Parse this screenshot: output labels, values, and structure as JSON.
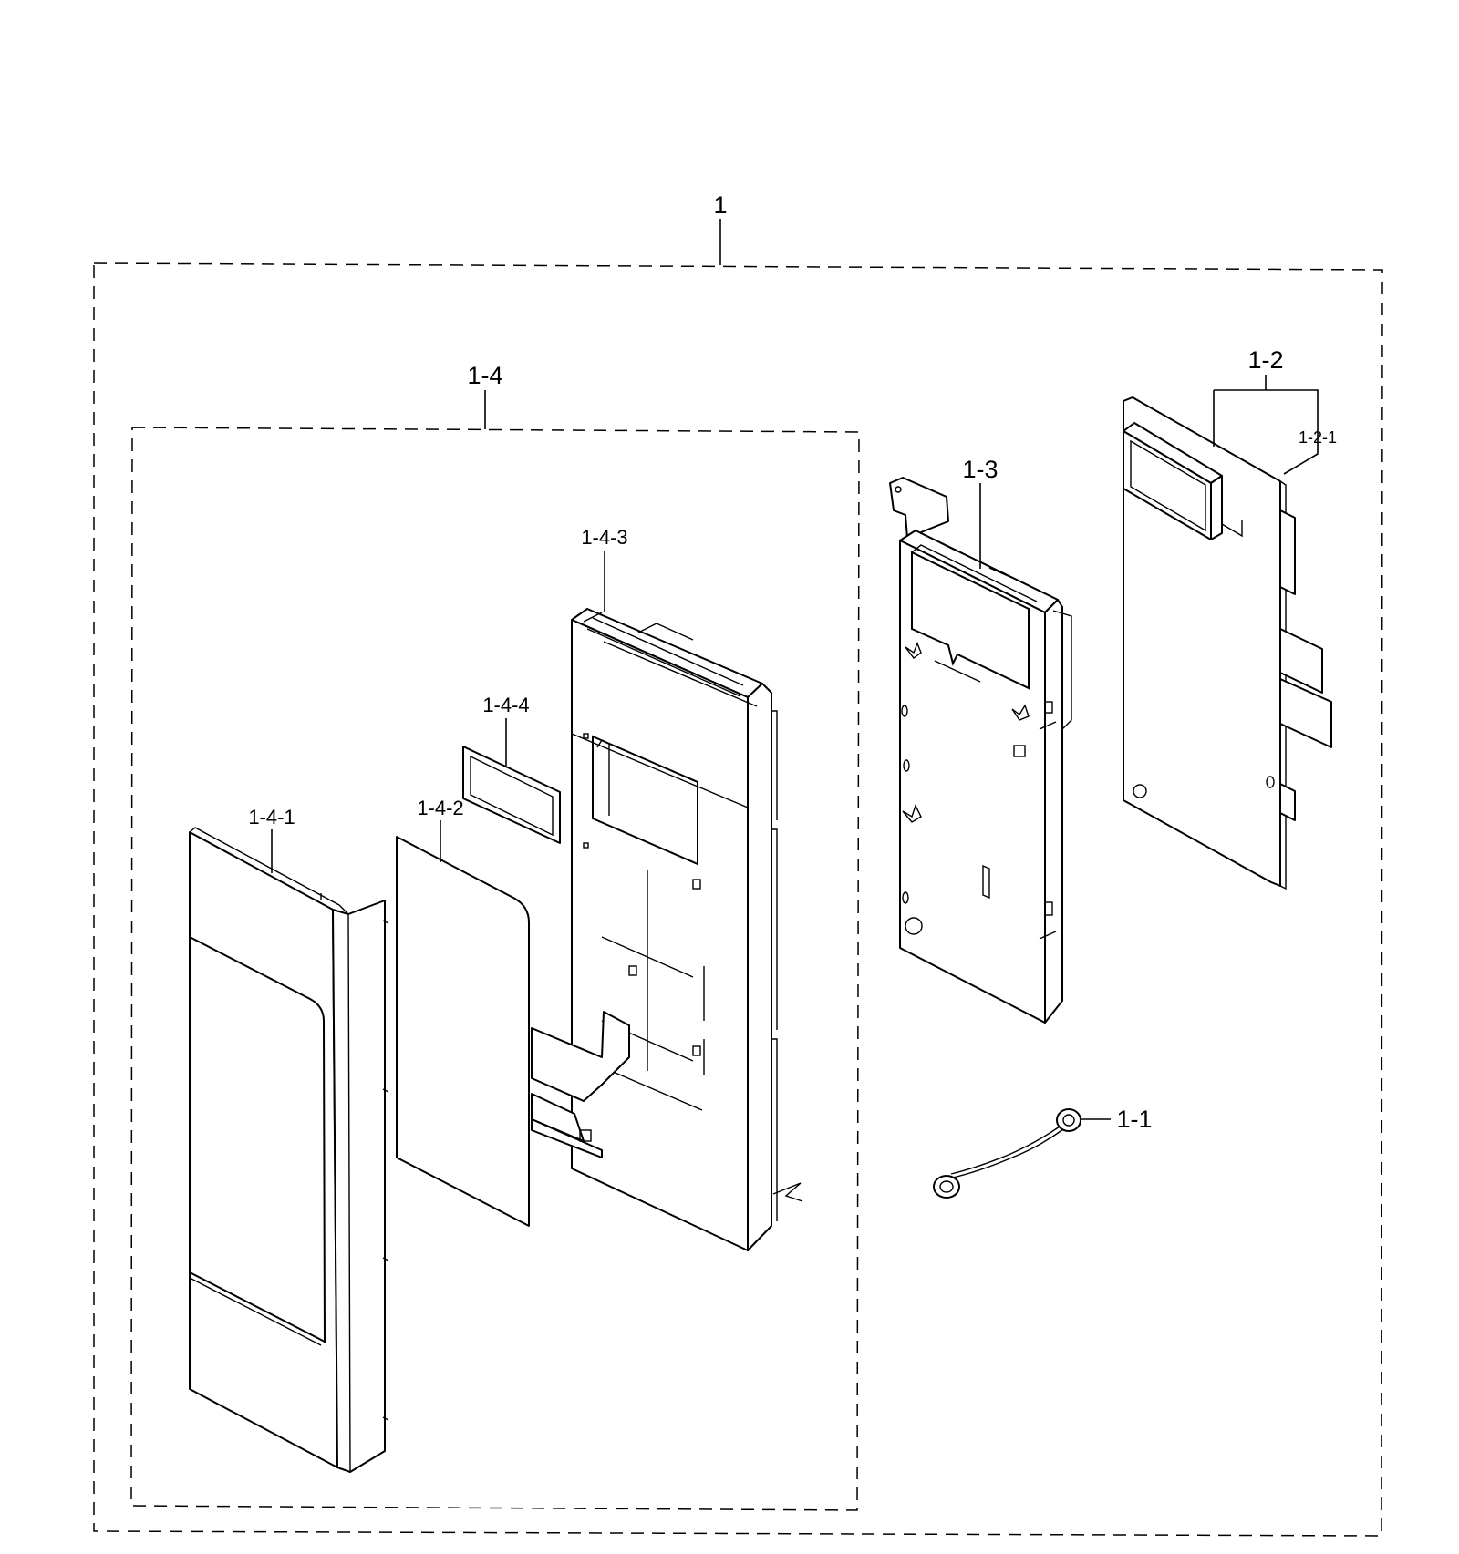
{
  "labels": {
    "assembly": "1",
    "wire": "1-1",
    "pcb": "1-2",
    "pcb_display": "1-2-1",
    "bracket": "1-3",
    "panel_assembly": "1-4",
    "panel_cover": "1-4-1",
    "sheet": "1-4-2",
    "panel_frame": "1-4-3",
    "window": "1-4-4"
  }
}
